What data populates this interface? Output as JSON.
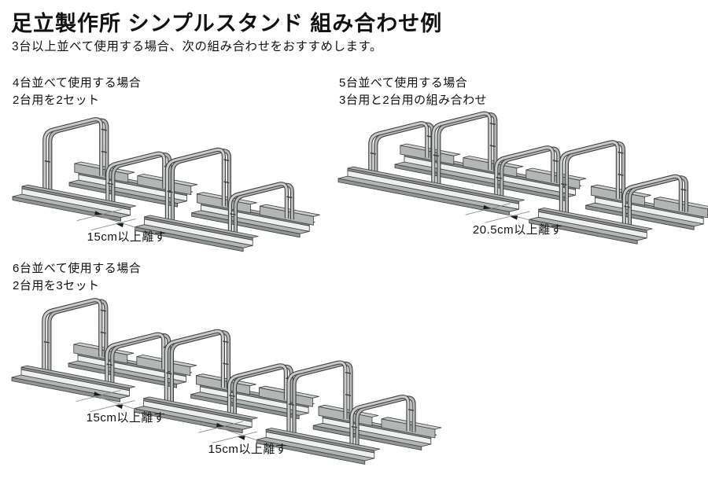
{
  "page": {
    "title": "足立製作所 シンプルスタンド 組み合わせ例",
    "subtitle": "3台以上並べて使用する場合、次の組み合わせをおすすめします。"
  },
  "scenes": [
    {
      "heading_line1": "4台並べて使用する場合",
      "heading_line2": "2台用を2セット",
      "units": [
        {
          "bays": [
            "tall",
            "low"
          ]
        },
        {
          "bays": [
            "tall",
            "low"
          ]
        }
      ],
      "gap_labels": [
        "15cm以上離す"
      ]
    },
    {
      "heading_line1": "5台並べて使用する場合",
      "heading_line2": "3台用と2台用の組み合わせ",
      "units": [
        {
          "bays": [
            "low",
            "tall",
            "low"
          ]
        },
        {
          "bays": [
            "tall",
            "low"
          ]
        }
      ],
      "gap_labels": [
        "20.5cm以上離す"
      ]
    },
    {
      "heading_line1": "6台並べて使用する場合",
      "heading_line2": "2台用を3セット",
      "units": [
        {
          "bays": [
            "tall",
            "low"
          ]
        },
        {
          "bays": [
            "tall",
            "low"
          ]
        },
        {
          "bays": [
            "tall",
            "low"
          ]
        }
      ],
      "gap_labels": [
        "15cm以上離す",
        "15cm以上離す"
      ]
    }
  ],
  "colors": {
    "background": "#ffffff",
    "text": "#111111",
    "outline": "#3e4042",
    "tube_fill": "#c9cbca",
    "tube_fill_back": "#b4b6b5",
    "steel_top": "#b2b6b5",
    "steel_face": "#909494",
    "steel_face_dark": "#8a8e8e",
    "web": "#efefef",
    "plate_top": "#cdcfce",
    "plate_face": "#b2b6b5",
    "dim_line": "#8e8e8e",
    "arrow": "#1a1a1a"
  }
}
